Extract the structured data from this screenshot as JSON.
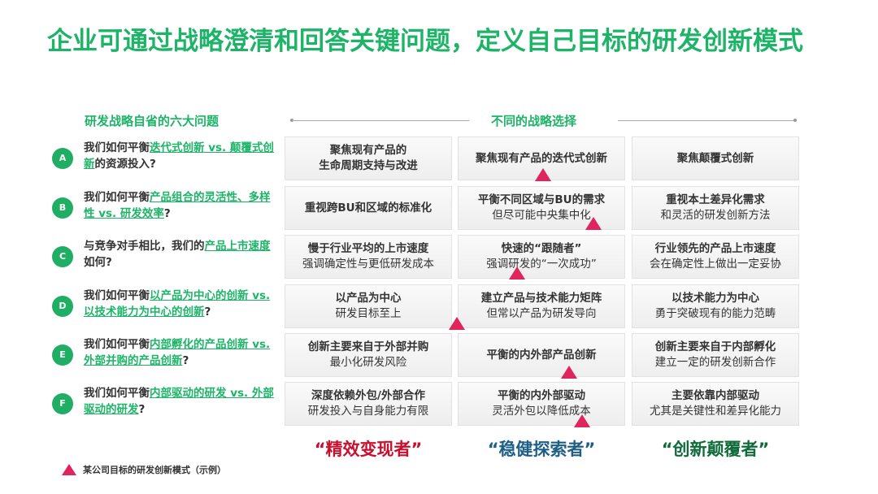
{
  "title": "企业可通过战略澄清和回答关键问题，定义自己目标的研发创新模式",
  "left_header": "研发战略自省的六大问题",
  "right_header": "不同的战略选择",
  "questions": [
    {
      "letter": "A",
      "pre": "我们如何平衡",
      "hl": "迭代式创新 vs. 颠覆式创新",
      "post": "的资源投入?"
    },
    {
      "letter": "B",
      "pre": "我们如何平衡",
      "hl": "产品组合的灵活性、多样性 vs. 研发效率",
      "post": "?"
    },
    {
      "letter": "C",
      "pre": "与竞争对手相比，我们的",
      "hl": "产品上市速度",
      "post": "如何?"
    },
    {
      "letter": "D",
      "pre": "我们如何平衡",
      "hl": "以产品为中心的创新 vs. 以技术能力为中心的创新",
      "post": "?"
    },
    {
      "letter": "E",
      "pre": "我们如何平衡",
      "hl": "内部孵化的产品创新 vs. 外部并购的产品创新",
      "post": "?"
    },
    {
      "letter": "F",
      "pre": "我们如何平衡",
      "hl": "内部驱动的研发 vs. 外部驱动的研发",
      "post": "?"
    }
  ],
  "grid": [
    [
      {
        "l1": "聚焦现有产品的",
        "l2": "生命周期支持与改进",
        "bold2": true
      },
      {
        "l1": "聚焦现有产品的迭代式创新",
        "l2": ""
      },
      {
        "l1": "聚焦颠覆式创新",
        "l2": ""
      }
    ],
    [
      {
        "l1": "重视跨BU和区域的标准化",
        "l2": ""
      },
      {
        "l1": "平衡不同区域与BU的需求",
        "l2": "但尽可能中央集中化"
      },
      {
        "l1": "重视本土差异化需求",
        "l2": "和灵活的研发创新方法"
      }
    ],
    [
      {
        "l1": "慢于行业平均的上市速度",
        "l2": "强调确定性与更低研发成本"
      },
      {
        "l1": "快速的“跟随者”",
        "l2": "强调研发的“一次成功”"
      },
      {
        "l1": "行业领先的产品上市速度",
        "l2": "会在确定性上做出一定妥协"
      }
    ],
    [
      {
        "l1": "以产品为中心",
        "l2": "研发目标至上"
      },
      {
        "l1": "建立产品与技术能力矩阵",
        "l2": "但常以产品为研发导向"
      },
      {
        "l1": "以技术能力为中心",
        "l2": "勇于突破现有的能力范畴"
      }
    ],
    [
      {
        "l1": "创新主要来自于外部并购",
        "l2": "最小化研发风险"
      },
      {
        "l1": "平衡的内外部产品创新",
        "l2": ""
      },
      {
        "l1": "创新主要来自于内部孵化",
        "l2": "建立一定的研发创新合作"
      }
    ],
    [
      {
        "l1": "深度依赖外包/外部合作",
        "l2": "研发投入与自身能力有限"
      },
      {
        "l1": "平衡的内外部驱动",
        "l2": "灵活外包以降低成本"
      },
      {
        "l1": "主要依靠内部驱动",
        "l2": "尤其是关键性和差异化能力"
      }
    ]
  ],
  "archetypes": [
    {
      "label": "“精效变现者”",
      "color": "#c8102e"
    },
    {
      "label": "“稳健探索者”",
      "color": "#1d5f86"
    },
    {
      "label": "“创新颠覆者”",
      "color": "#0f6b3a"
    }
  ],
  "legend": "某公司目标的研发创新模式（示例）",
  "marker_color": "#e0245e"
}
